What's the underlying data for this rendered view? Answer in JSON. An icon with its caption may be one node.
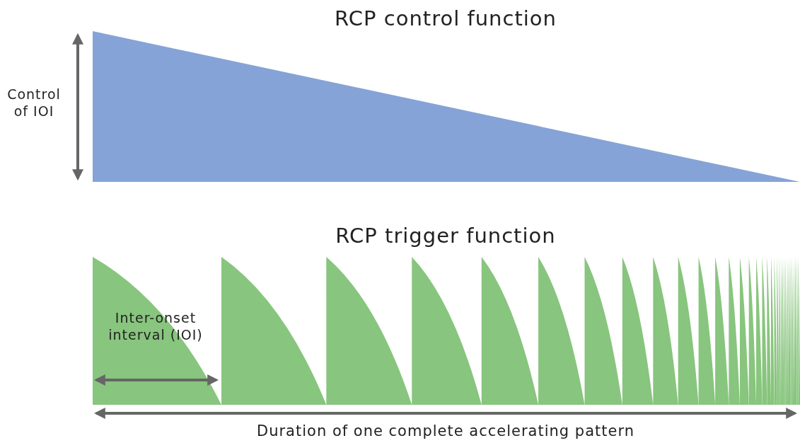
{
  "diagram": {
    "labels": [
      "RCP control function",
      "Control of IOI",
      "RCP trigger function",
      "Inter-onset interval (IOI)",
      "Duration of one complete accelerating pattern"
    ]
  }
}
